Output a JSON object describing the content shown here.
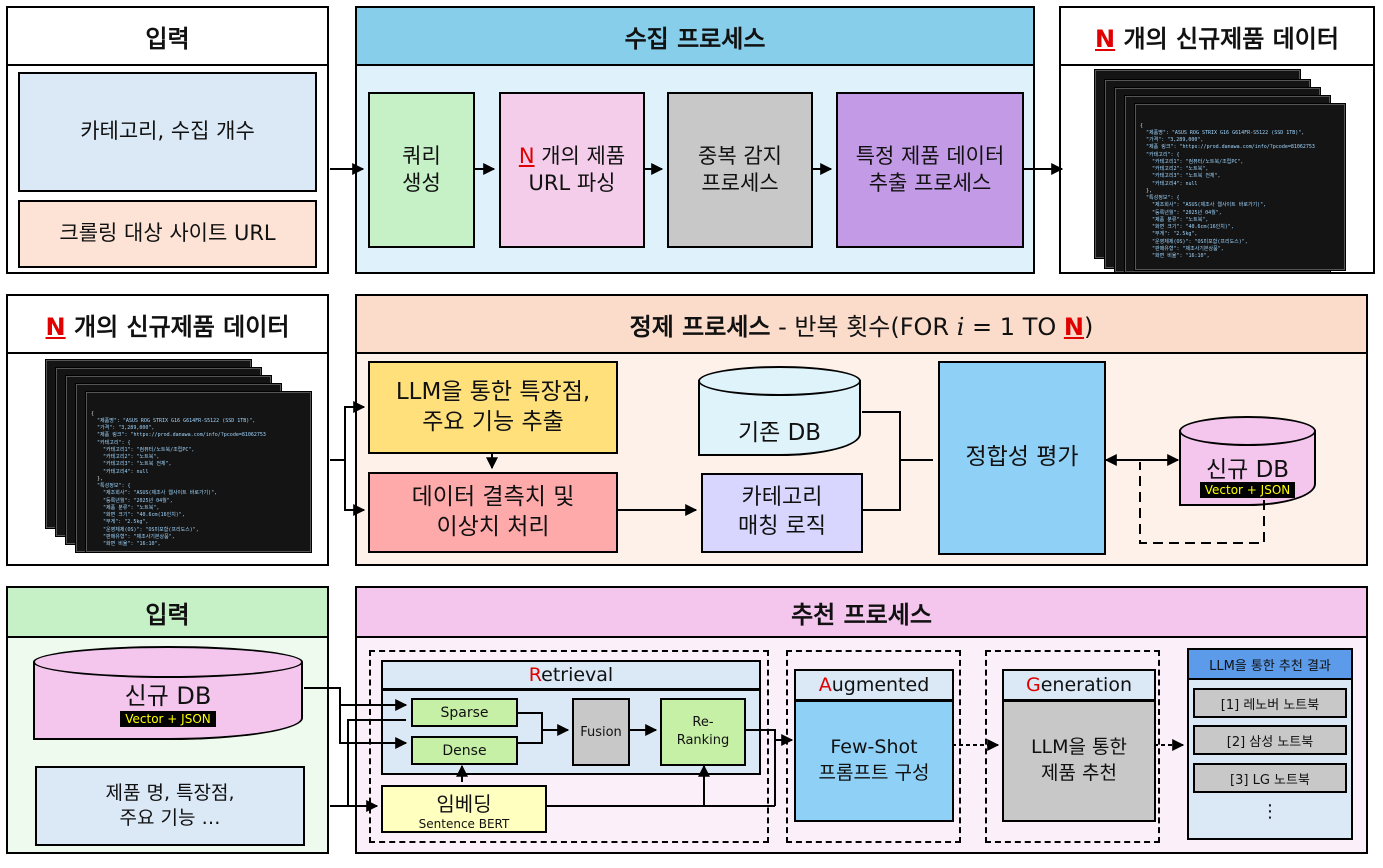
{
  "row1": {
    "input_header": "입력",
    "input_category": "카테고리, 수집 개수",
    "input_url": "크롤링 대상 사이트 URL",
    "collect_header": "수집 프로세스",
    "step_query": "쿼리\n생성",
    "step_parse_n": "N",
    "step_parse_rest": " 개의 제품\nURL 파싱",
    "step_dup": "중복 감지\n프로세스",
    "step_extract": "특정 제품 데이터\n추출 프로세스",
    "output_header_n": "N",
    "output_header_rest": " 개의 신규제품 데이터"
  },
  "row2": {
    "data_header_n": "N",
    "data_header_rest": " 개의 신규제품 데이터",
    "refine_title": "정제 프로세스",
    "refine_sub_pre": " - 반복 횟수(FOR ",
    "refine_i": "i",
    "refine_sub_mid": " = 1 TO ",
    "refine_n": "N",
    "refine_sub_post": ")",
    "llm_extract": "LLM을 통한 특장점,\n주요 기능 추출",
    "missing": "데이터 결측치 및\n이상치 처리",
    "existing_db": "기존 DB",
    "cat_match": "카테고리\n매칭 로직",
    "consistency": "정합성 평가",
    "new_db": "신규 DB",
    "new_db_tag": "Vector + JSON"
  },
  "row3": {
    "input_header": "입력",
    "new_db": "신규 DB",
    "new_db_tag": "Vector + JSON",
    "query_text": "제품 명, 특장점,\n주요 기능 …",
    "rec_header": "추천 프로세스",
    "retrieval_first": "R",
    "retrieval_rest": "etrieval",
    "sparse": "Sparse",
    "dense": "Dense",
    "fusion": "Fusion",
    "rerank": "Re-\nRanking",
    "embedding": "임베딩",
    "embedding_sub": "Sentence BERT",
    "aug_first": "A",
    "aug_rest": "ugmented",
    "fewshot": "Few-Shot\n프롬프트 구성",
    "gen_first": "G",
    "gen_rest": "eneration",
    "gen_body": "LLM을 통한\n제품 추천",
    "result_header": "LLM을 통한 추천 결과",
    "results": [
      "[1] 레노버 노트북",
      "[2] 삼성 노트북",
      "[3] LG 노트북"
    ],
    "more": "⋮"
  },
  "code_lines": [
    "{",
    "  \"제품명\": \"ASUS ROG STRIX G16 G614FR-S5122 (SSD 1TB)\",",
    "  \"가격\": \"3,289,000\",",
    "  \"제품 링크\": \"https://prod.danawa.com/info/?pcode=81062753",
    "  \"카테고리\": {",
    "    \"카테고리1\": \"컴퓨터/노트북/조립PC\",",
    "    \"카테고리2\": \"노트북\",",
    "    \"카테고리3\": \"노트북 전체\",",
    "    \"카테고리4\": null",
    "  },",
    "  \"특성정보\": {",
    "    \"제조회사\": \"ASUS(제조사 웹사이트 바로가기)\",",
    "    \"등록년월\": \"2025년 04월\",",
    "    \"제품 분류\": \"노트북\",",
    "    \"화면 크기\": \"40.6cm(16인치)\",",
    "    \"무게\": \"2.5kg\",",
    "    \"운영체제(OS)\": \"OS미포함(프리도스)\",",
    "    \"판매유형\": \"제조사기본상품\",",
    "    \"화면 비율\": \"16:10\","
  ],
  "colors": {
    "collect_header": "#87ceeb",
    "collect_bg": "#dff1fb",
    "query": "#c6f0c6",
    "parse": "#f3cdea",
    "dup": "#c8c8c8",
    "extract": "#c39ae6",
    "refine_header": "#fbdccb",
    "refine_bg": "#fdf1ea",
    "llm_extract": "#ffe07a",
    "missing": "#ffaaaa",
    "existing_db": "#dff3fb",
    "cat_match": "#d8d6ff",
    "consistency": "#8fd0f7",
    "new_db": "#f4c6ee",
    "input3_header": "#c6f0c6",
    "input3_bg": "#eefaee",
    "rec_header": "#f4c6ee",
    "rec_bg": "#fbf0fa",
    "sparse": "#c6f0a6",
    "fusion": "#c8c8c8",
    "embedding": "#ffffc0",
    "result_header": "#5b9bea"
  }
}
